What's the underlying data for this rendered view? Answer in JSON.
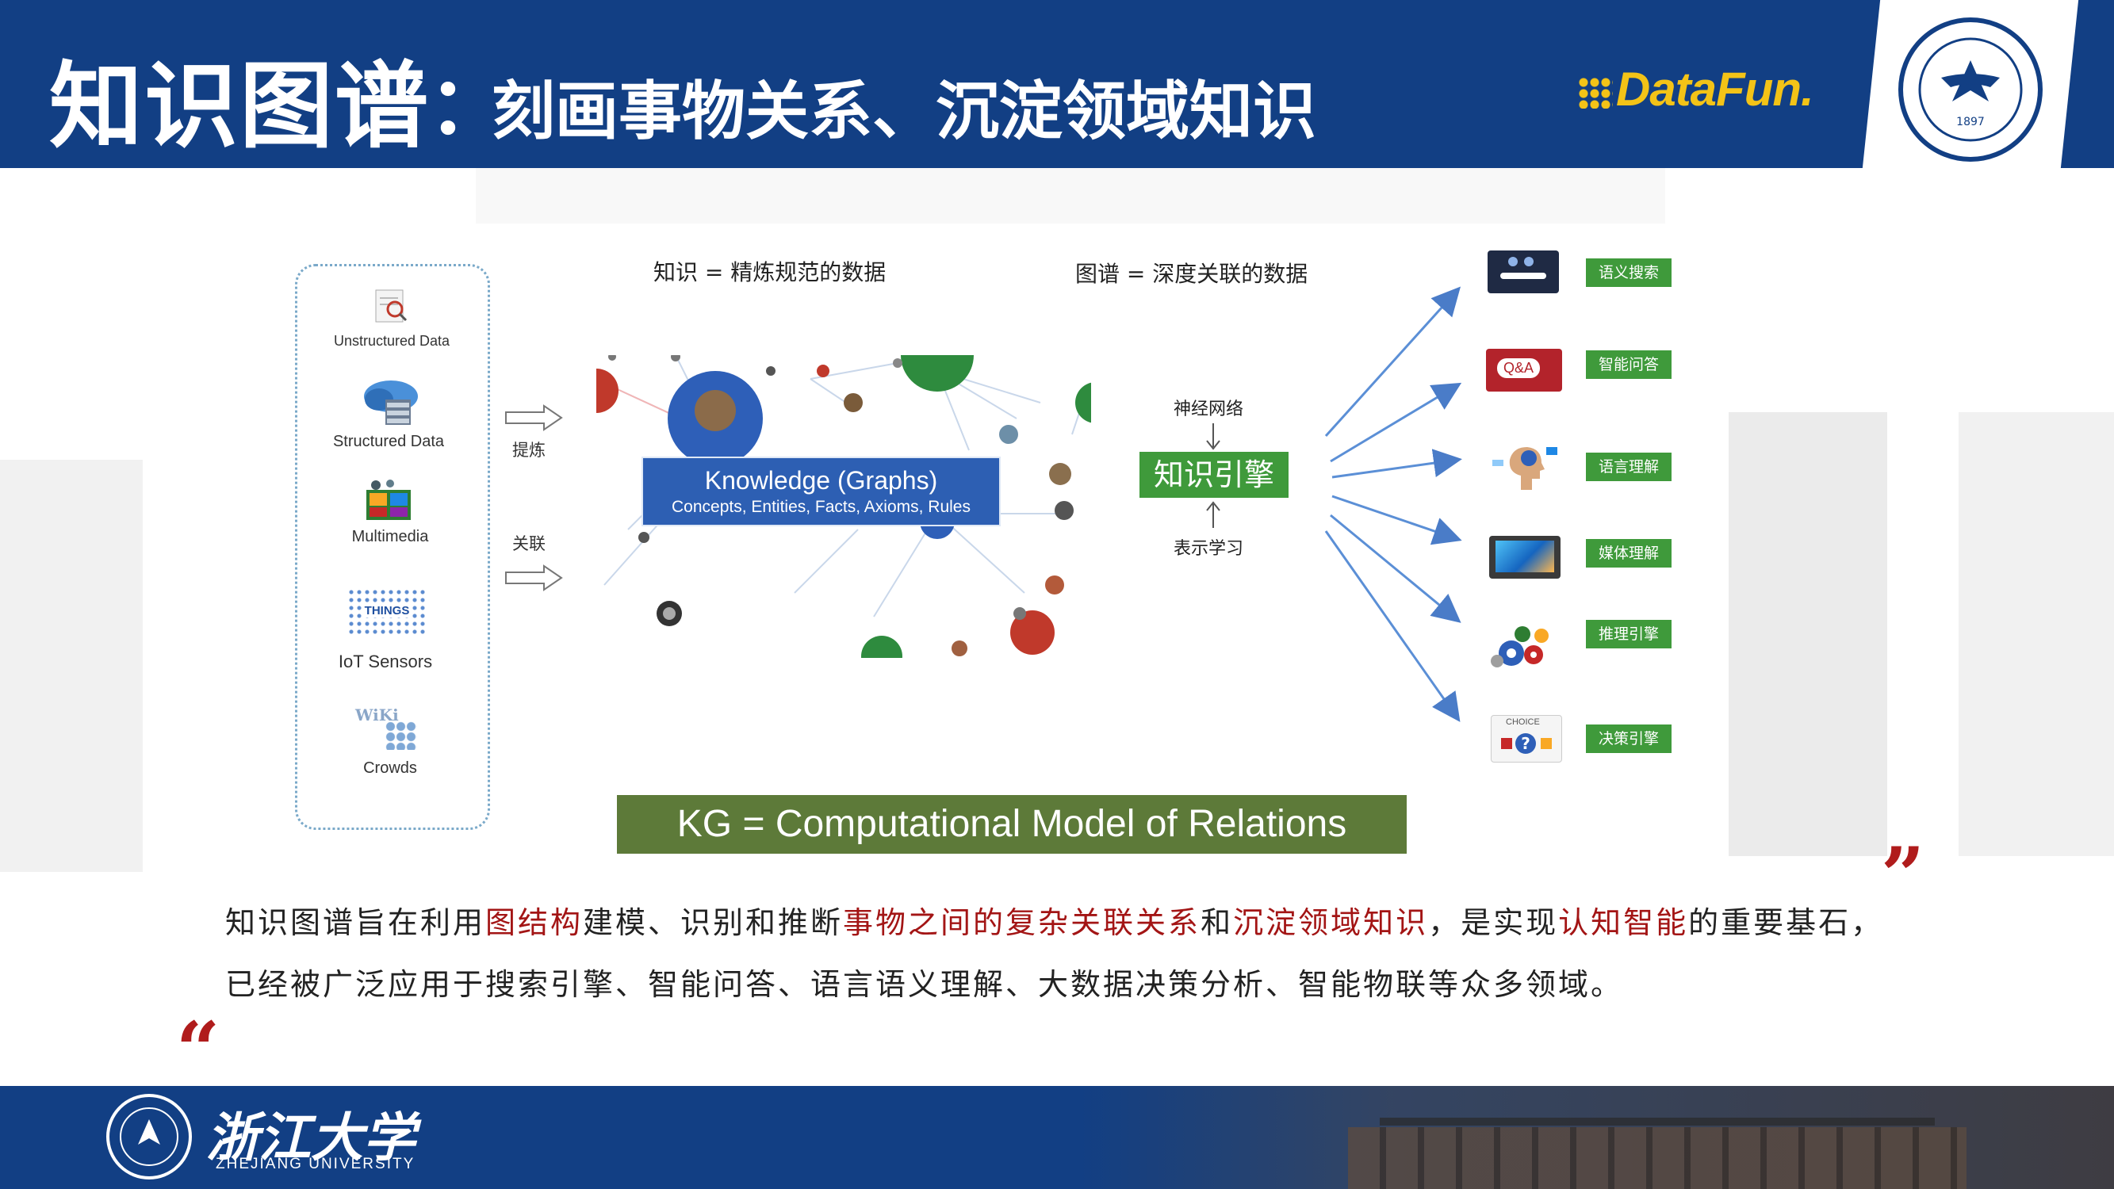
{
  "header": {
    "title_main": "知识图谱",
    "title_sep": "：",
    "title_sub": "刻画事物关系、沉淀领域知识",
    "sponsor_logo": "DataFun."
  },
  "university": {
    "name_cn": "浙江大学",
    "name_en": "ZHEJIANG UNIVERSITY",
    "seal_year": "1897"
  },
  "sources": [
    {
      "label": "Unstructured Data",
      "icon": "document-search-icon"
    },
    {
      "label": "Structured Data",
      "icon": "cloud-database-icon"
    },
    {
      "label": "Multimedia",
      "icon": "multimedia-icon"
    },
    {
      "label": "IoT Sensors",
      "icon": "iot-things-icon"
    },
    {
      "label": "Crowds",
      "icon": "wiki-crowd-icon"
    }
  ],
  "process_labels": {
    "refine": "提炼",
    "link": "关联"
  },
  "definitions": {
    "knowledge": "知识 = 精炼规范的数据",
    "graph": "图谱 = 深度关联的数据"
  },
  "kg_box": {
    "title": "Knowledge (Graphs)",
    "subtitle": "Concepts, Entities, Facts, Axioms, Rules"
  },
  "engine": {
    "label": "知识引擎",
    "top_label": "神经网络",
    "bottom_label": "表示学习"
  },
  "applications": [
    {
      "label": "语义搜索",
      "icon": "search-screen-icon"
    },
    {
      "label": "智能问答",
      "icon": "qa-bubble-icon"
    },
    {
      "label": "语言理解",
      "icon": "head-brain-icon"
    },
    {
      "label": "媒体理解",
      "icon": "media-screen-icon"
    },
    {
      "label": "推理引擎",
      "icon": "reasoning-gears-icon"
    },
    {
      "label": "决策引擎",
      "icon": "choice-icon"
    }
  ],
  "banner": "KG =  Computational Model of Relations",
  "choice_icon_text": "CHOICE",
  "qa_icon_text": "Q&A",
  "iot_icon_text": "THINGS",
  "wiki_icon_text": "WiKi",
  "summary": {
    "p1": "知识图谱旨在利用",
    "h1": "图结构",
    "p2": "建模、识别和推断",
    "h2": "事物之间的复杂关联关系",
    "p3": "和",
    "h3": "沉淀领域知识",
    "p4": "，是实现",
    "h4": "认知智能",
    "p5": "的重要基石，已经被广泛应用于搜索引擎、智能问答、语言语义理解、大数据决策分析、智能物联等众多领域。"
  },
  "quotes": {
    "open": "“",
    "close": "”"
  },
  "colors": {
    "brand_blue": "#123f84",
    "kg_blue": "#2d5fb3",
    "engine_green": "#3f9a3b",
    "banner_olive": "#5d7a39",
    "highlight_red": "#a31515",
    "datafun_yellow": "#f3c317"
  }
}
